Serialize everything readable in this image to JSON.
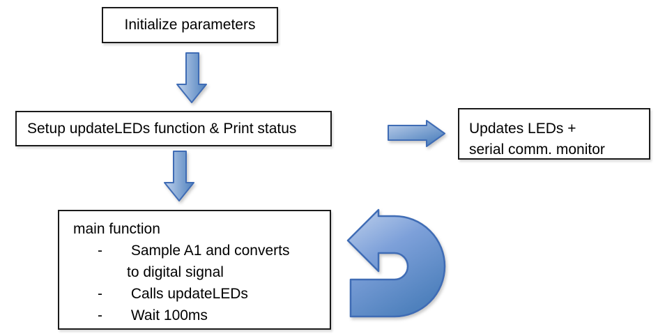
{
  "diagram": {
    "nodes": {
      "init": {
        "label": "Initialize parameters"
      },
      "setup": {
        "label": "Setup updateLEDs function & Print status"
      },
      "updates": {
        "line1": "Updates LEDs +",
        "line2": "serial comm. monitor"
      },
      "main": {
        "title": "main function",
        "bullets": [
          {
            "marker": "-",
            "line1": "Sample A1 and converts",
            "line2": "to digital signal"
          },
          {
            "marker": "-",
            "line1": "Calls updateLEDs"
          },
          {
            "marker": "-",
            "line1": "Wait 100ms"
          }
        ]
      }
    },
    "icons": {
      "flow_top": "down-arrow-icon",
      "flow_mid": "down-arrow-icon",
      "side": "right-arrow-icon",
      "loop": "u-turn-loop-arrow-icon"
    },
    "colors": {
      "arrow_fill_light": "#bfd1ec",
      "arrow_fill_mid": "#7da0d9",
      "arrow_fill_dark": "#4f81bd",
      "arrow_border": "#3f6cb5",
      "box_border": "#1a1a1a",
      "text": "#000000",
      "background": "#ffffff"
    }
  }
}
